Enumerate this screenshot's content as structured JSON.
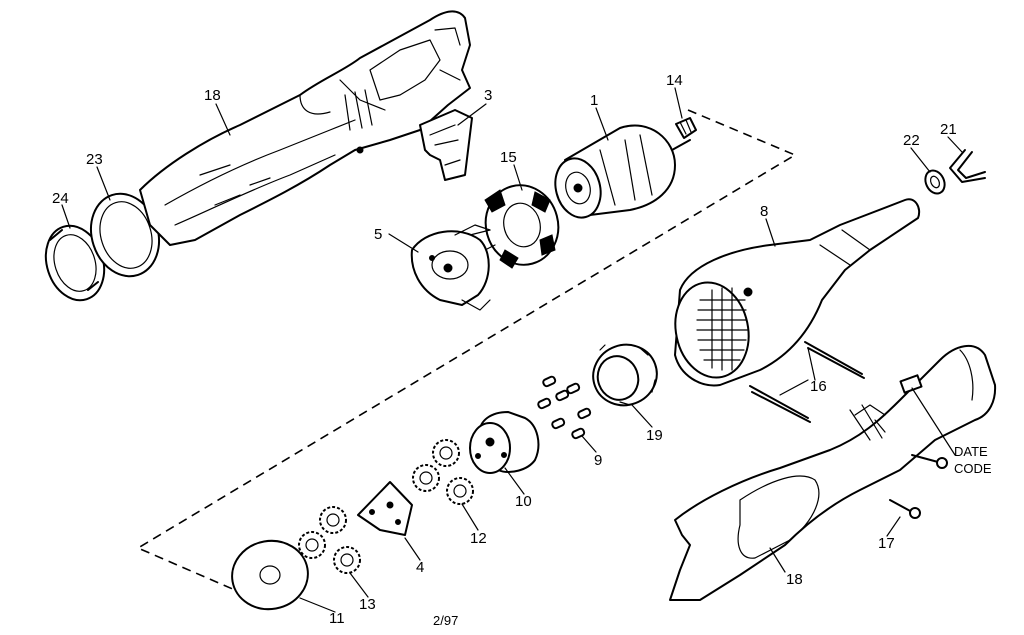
{
  "diagram": {
    "callouts": {
      "c1": "1",
      "c3": "3",
      "c4": "4",
      "c5": "5",
      "c8": "8",
      "c9": "9",
      "c10": "10",
      "c11": "11",
      "c12": "12",
      "c13": "13",
      "c14": "14",
      "c15": "15",
      "c16": "16",
      "c17": "17",
      "c18_top": "18",
      "c18_bottom": "18",
      "c19": "19",
      "c21": "21",
      "c22": "22",
      "c23": "23",
      "c24": "24"
    },
    "date_code_line1": "DATE",
    "date_code_line2": "CODE",
    "revision": "2/97"
  }
}
